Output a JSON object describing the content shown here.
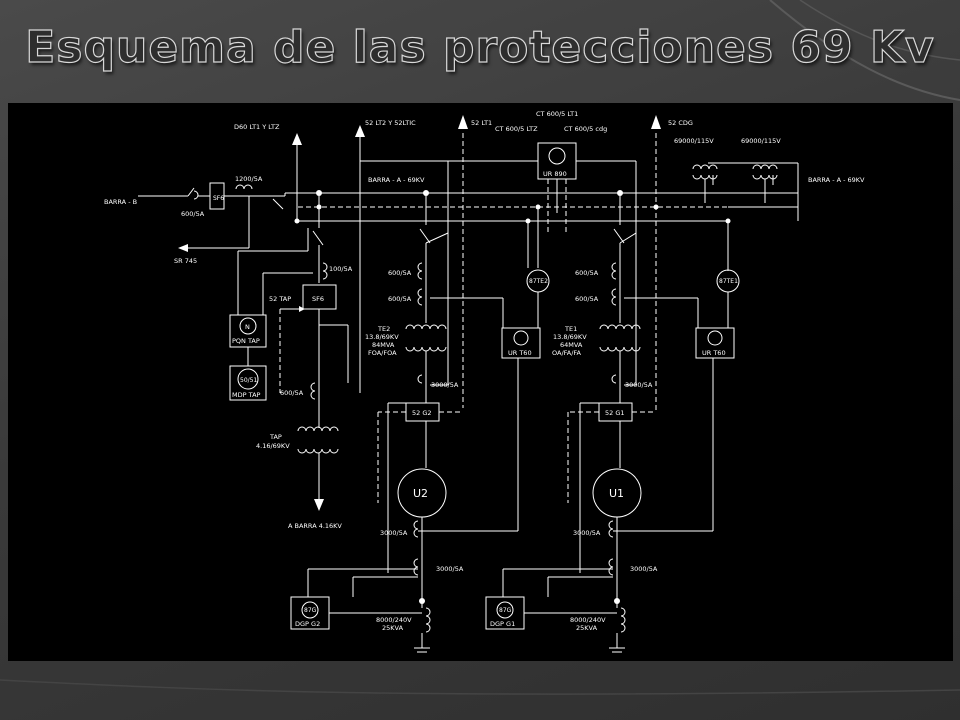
{
  "title": "Esquema de las protecciones 69 Kv",
  "labels": {
    "arrow_d60": "D60 LT1 Y LTZ",
    "arrow_52lt2": "52 LT2 Y 52LTIC",
    "arrow_52lt1": "52 LT1",
    "ct_ur890_a": "CT 600/5 LT1",
    "ct_ur890_b": "CT 600/5 LTZ",
    "ct_ur890_c": "CT 600/5 cdg",
    "arrow_52cdg": "52 CDG",
    "vt_left": "69000/115V",
    "vt_right": "69000/115V",
    "barra_a_left": "BARRA - A - 69KV",
    "barra_a_right": "BARRA - A - 69KV",
    "barra_b": "BARRA - B",
    "ct_1200": "1200/5A",
    "ct_600_left": "600/5A",
    "sf6_left": "SF6",
    "sr745": "SR 745",
    "ur890": "UR 890",
    "ct_100": "100/5A",
    "tap_52": "52 TAP",
    "sf6_mid": "SF6",
    "pqn_n": "N",
    "pqn_tap": "PQN TAP",
    "mdp_5051": "50/51",
    "mdp_tap": "MDP TAP",
    "ct_600_tap": "600/5A",
    "tap_name": "TAP",
    "tap_ratio": "4.16/69KV",
    "a_barra": "A BARRA 4.16KV",
    "te2_ct_a": "600/5A",
    "te2_ct_b": "600/5A",
    "te2_name": "TE2",
    "te2_ratio": "13.8/69KV",
    "te2_mva": "84MVA",
    "te2_cool": "FOA/FOA",
    "te2_87": "87TE2",
    "ur_t60_left": "UR T60",
    "ct_3000_g2": "3000/5A",
    "g2_breaker": "52 G2",
    "u2": "U2",
    "ct_3000_u2a": "3000/5A",
    "ct_3000_u2b": "3000/5A",
    "g2_87g": "87G",
    "dgp_g2": "DGP G2",
    "g2_gt_ratio": "8000/240V",
    "g2_gt_kva": "25KVA",
    "te1_ct_a": "600/5A",
    "te1_ct_b": "600/5A",
    "te1_name": "TE1",
    "te1_ratio": "13.8/69KV",
    "te1_mva": "64MVA",
    "te1_cool": "OA/FA/FA",
    "te1_87": "87TE1",
    "ur_t60_right": "UR T60",
    "ct_3000_g1": "3000/5A",
    "g1_breaker": "52 G1",
    "u1": "U1",
    "ct_3000_u1a": "3000/5A",
    "ct_3000_u1b": "3000/5A",
    "g1_87g": "87G",
    "dgp_g1": "DGP G1",
    "g1_gt_ratio": "8000/240V",
    "g1_gt_kva": "25KVA"
  }
}
